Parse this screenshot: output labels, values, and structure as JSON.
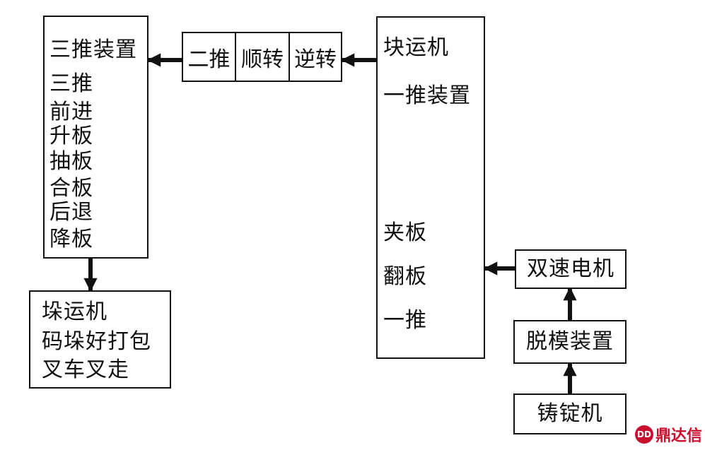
{
  "colors": {
    "line": "#111111",
    "logo": "#c8102e"
  },
  "left_device": {
    "title": "三推装置",
    "steps": [
      "三推",
      "前进",
      "升板",
      "抽板",
      "合板",
      "后退",
      "降板"
    ]
  },
  "stacker": {
    "lines": [
      "垛运机",
      "码垛好打包",
      "叉车叉走"
    ]
  },
  "second_push": {
    "cells": [
      "二推",
      "顺转",
      "逆转"
    ]
  },
  "right_device": {
    "title": "块运机",
    "subtitle": "一推装置",
    "steps": [
      "夹板",
      "翻板",
      "一推"
    ]
  },
  "motor": {
    "label": "双速电机"
  },
  "demold": {
    "label": "脱模装置"
  },
  "caster": {
    "label": "铸锭机"
  },
  "watermark": {
    "mark": "DD",
    "text": "鼎达信"
  }
}
